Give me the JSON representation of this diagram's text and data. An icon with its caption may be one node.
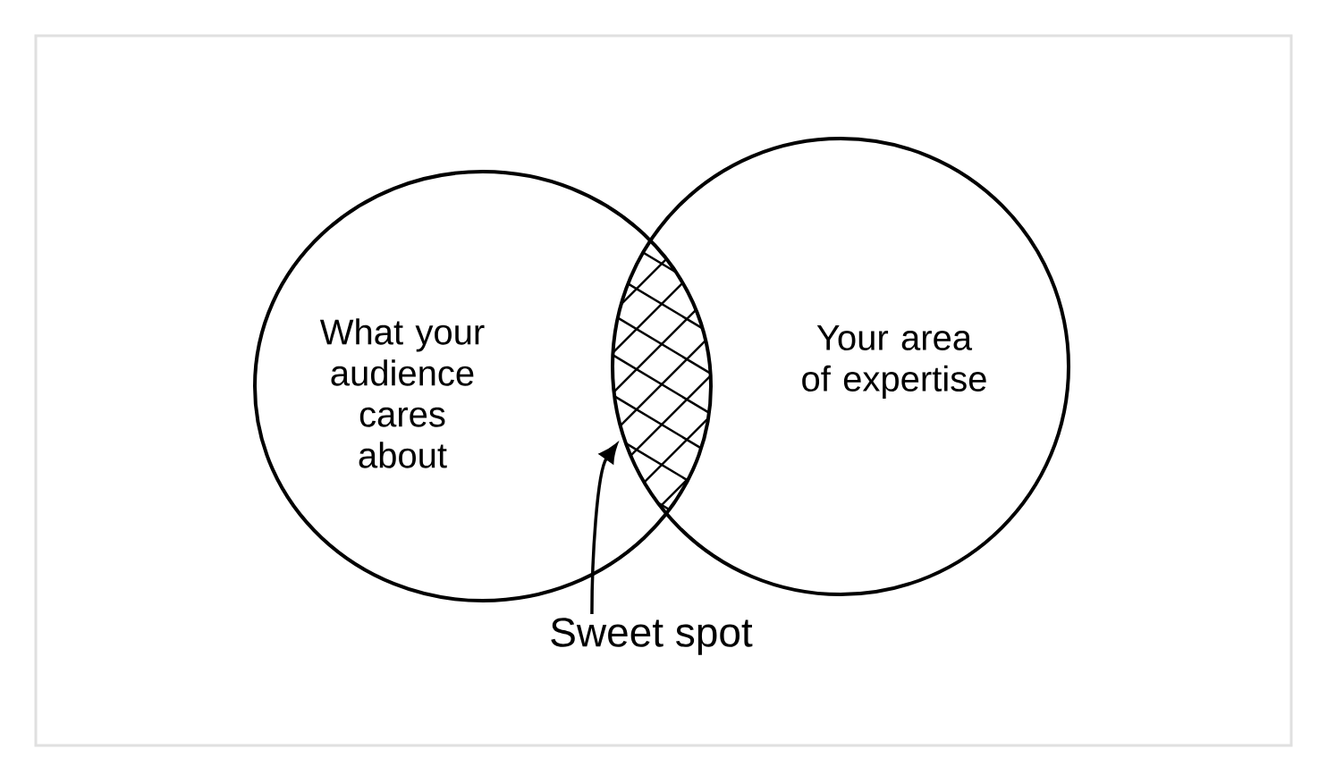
{
  "diagram": {
    "nodes": [
      {
        "text": [
          "What your audience cares about"
        ]
      },
      {
        "text": [
          "Your area of expertise"
        ]
      },
      {
        "text": [],
        "shape": "lens"
      },
      {
        "text": [
          "Sweet spot"
        ]
      }
    ],
    "edges": [
      {
        "from": 3,
        "to": 2,
        "arrow": "to"
      }
    ]
  }
}
